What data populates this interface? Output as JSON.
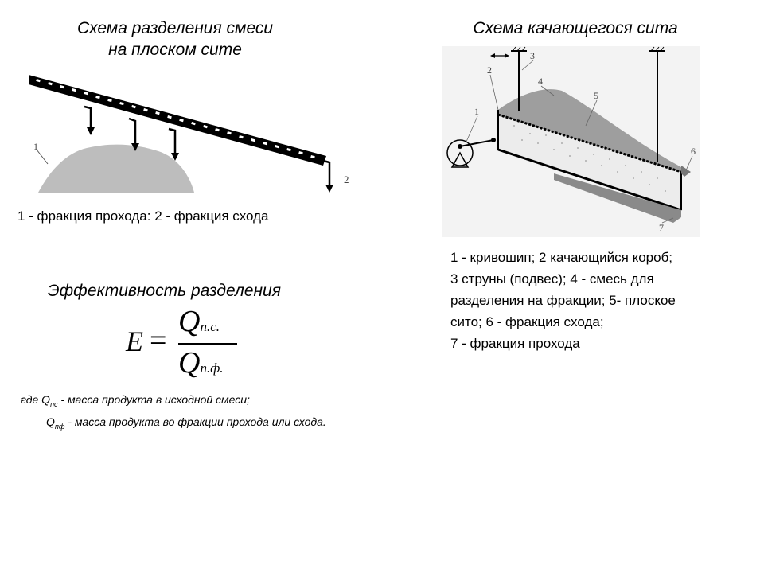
{
  "left_title": {
    "line1": "Схема разделения смеси",
    "line2": "на плоском сите"
  },
  "right_title": "Схема качающегося сита",
  "left_diagram": {
    "labels": [
      "1",
      "2"
    ]
  },
  "left_caption": "1 - фракция прохода: 2 - фракция схода",
  "right_diagram": {
    "labels": [
      "1",
      "2",
      "3",
      "4",
      "5",
      "6",
      "7"
    ]
  },
  "right_caption": {
    "lines": [
      "1 - кривошип; 2 качающийся короб;",
      "3 струны (подвес); 4 - смесь для",
      "разделения на фракции; 5- плоское",
      "сито; 6 - фракция схода;",
      "7 - фракция прохода"
    ]
  },
  "efficiency_title": "Эффективность разделения",
  "formula": {
    "lhs": "E",
    "eq": "=",
    "num_symbol": "Q",
    "num_sub": "п.с.",
    "den_symbol": "Q",
    "den_sub": "п.ф."
  },
  "notes": {
    "line1_prefix": "где Q",
    "line1_sub": "пс",
    "line1_text": " - масса продукта в исходной смеси;",
    "line2_prefix": "Q",
    "line2_sub": "пф",
    "line2_text": " - масса продукта во фракции прохода или схода."
  }
}
